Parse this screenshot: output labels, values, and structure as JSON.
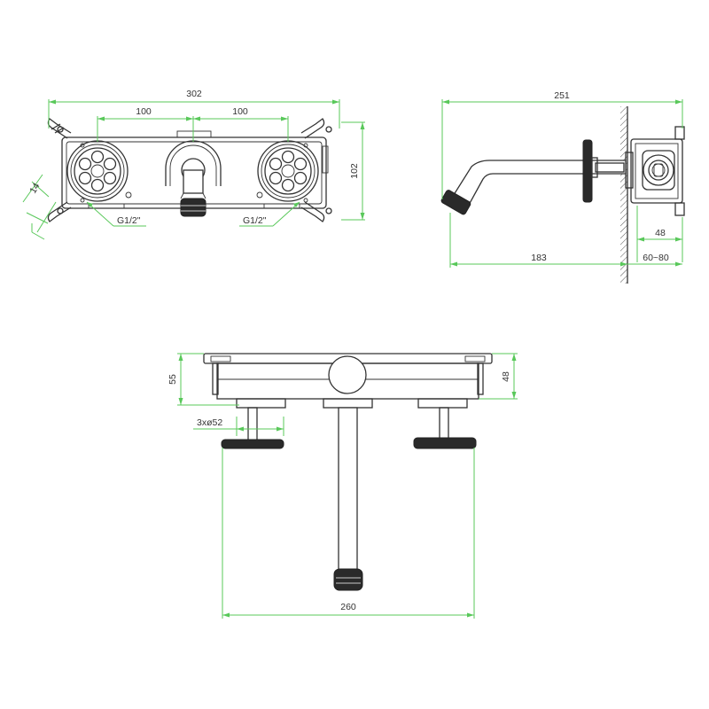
{
  "dimensions": {
    "front_width": "302",
    "front_left_spacing": "100",
    "front_right_spacing": "100",
    "front_height": "102",
    "front_tab": "14",
    "front_left_thread": "G1/2\"",
    "front_right_thread": "G1/2\"",
    "side_total_depth": "251",
    "side_body_depth": "48",
    "side_spout_reach": "183",
    "side_wall_range": "60~80",
    "top_left_depth": "55",
    "top_right_depth": "48",
    "top_handle_diameter": "3xø52",
    "top_handle_spacing": "260"
  },
  "colors": {
    "dimension_line": "#59c85a",
    "outline": "#333333"
  }
}
